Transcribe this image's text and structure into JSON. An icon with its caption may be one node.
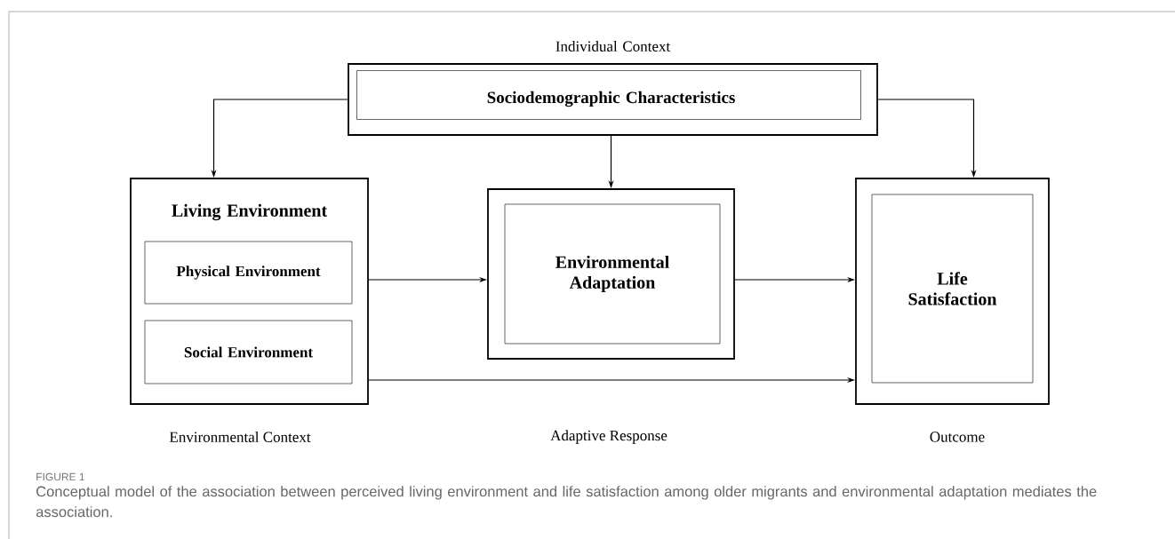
{
  "diagram": {
    "caption": "Conceptual model of the association between perceived living environment and life satisfaction among older migrants and environmental adaptation mediates the association.",
    "nodes": [
      {
        "text": [
          "Individual Context"
        ]
      },
      {
        "text": [
          "Sociodemographic Characteristics"
        ],
        "in": 0
      },
      {
        "text": [
          "Living Environment"
        ]
      },
      {
        "text": [
          "Physical Environment"
        ],
        "in": 2
      },
      {
        "text": [
          "Social Environment"
        ],
        "in": 2
      },
      {
        "text": [],
        "shape": "box"
      },
      {
        "text": [
          "Environmental Adaptation"
        ],
        "in": 5
      },
      {
        "text": [],
        "shape": "box"
      },
      {
        "text": [
          "Life Satisfaction"
        ],
        "in": 7
      }
    ],
    "edges": [
      {
        "from": 0,
        "to": 2,
        "arrow": "to"
      },
      {
        "from": 0,
        "to": 5,
        "arrow": "to"
      },
      {
        "from": 0,
        "to": 7,
        "arrow": "to"
      },
      {
        "from": 2,
        "to": 5,
        "arrow": "to"
      },
      {
        "from": 5,
        "to": 7,
        "arrow": "to"
      },
      {
        "from": 2,
        "to": 7,
        "arrow": "to"
      }
    ],
    "labels": [
      "Environmental Context",
      "Adaptive Response",
      "Outcome",
      "FIGURE 1"
    ]
  }
}
